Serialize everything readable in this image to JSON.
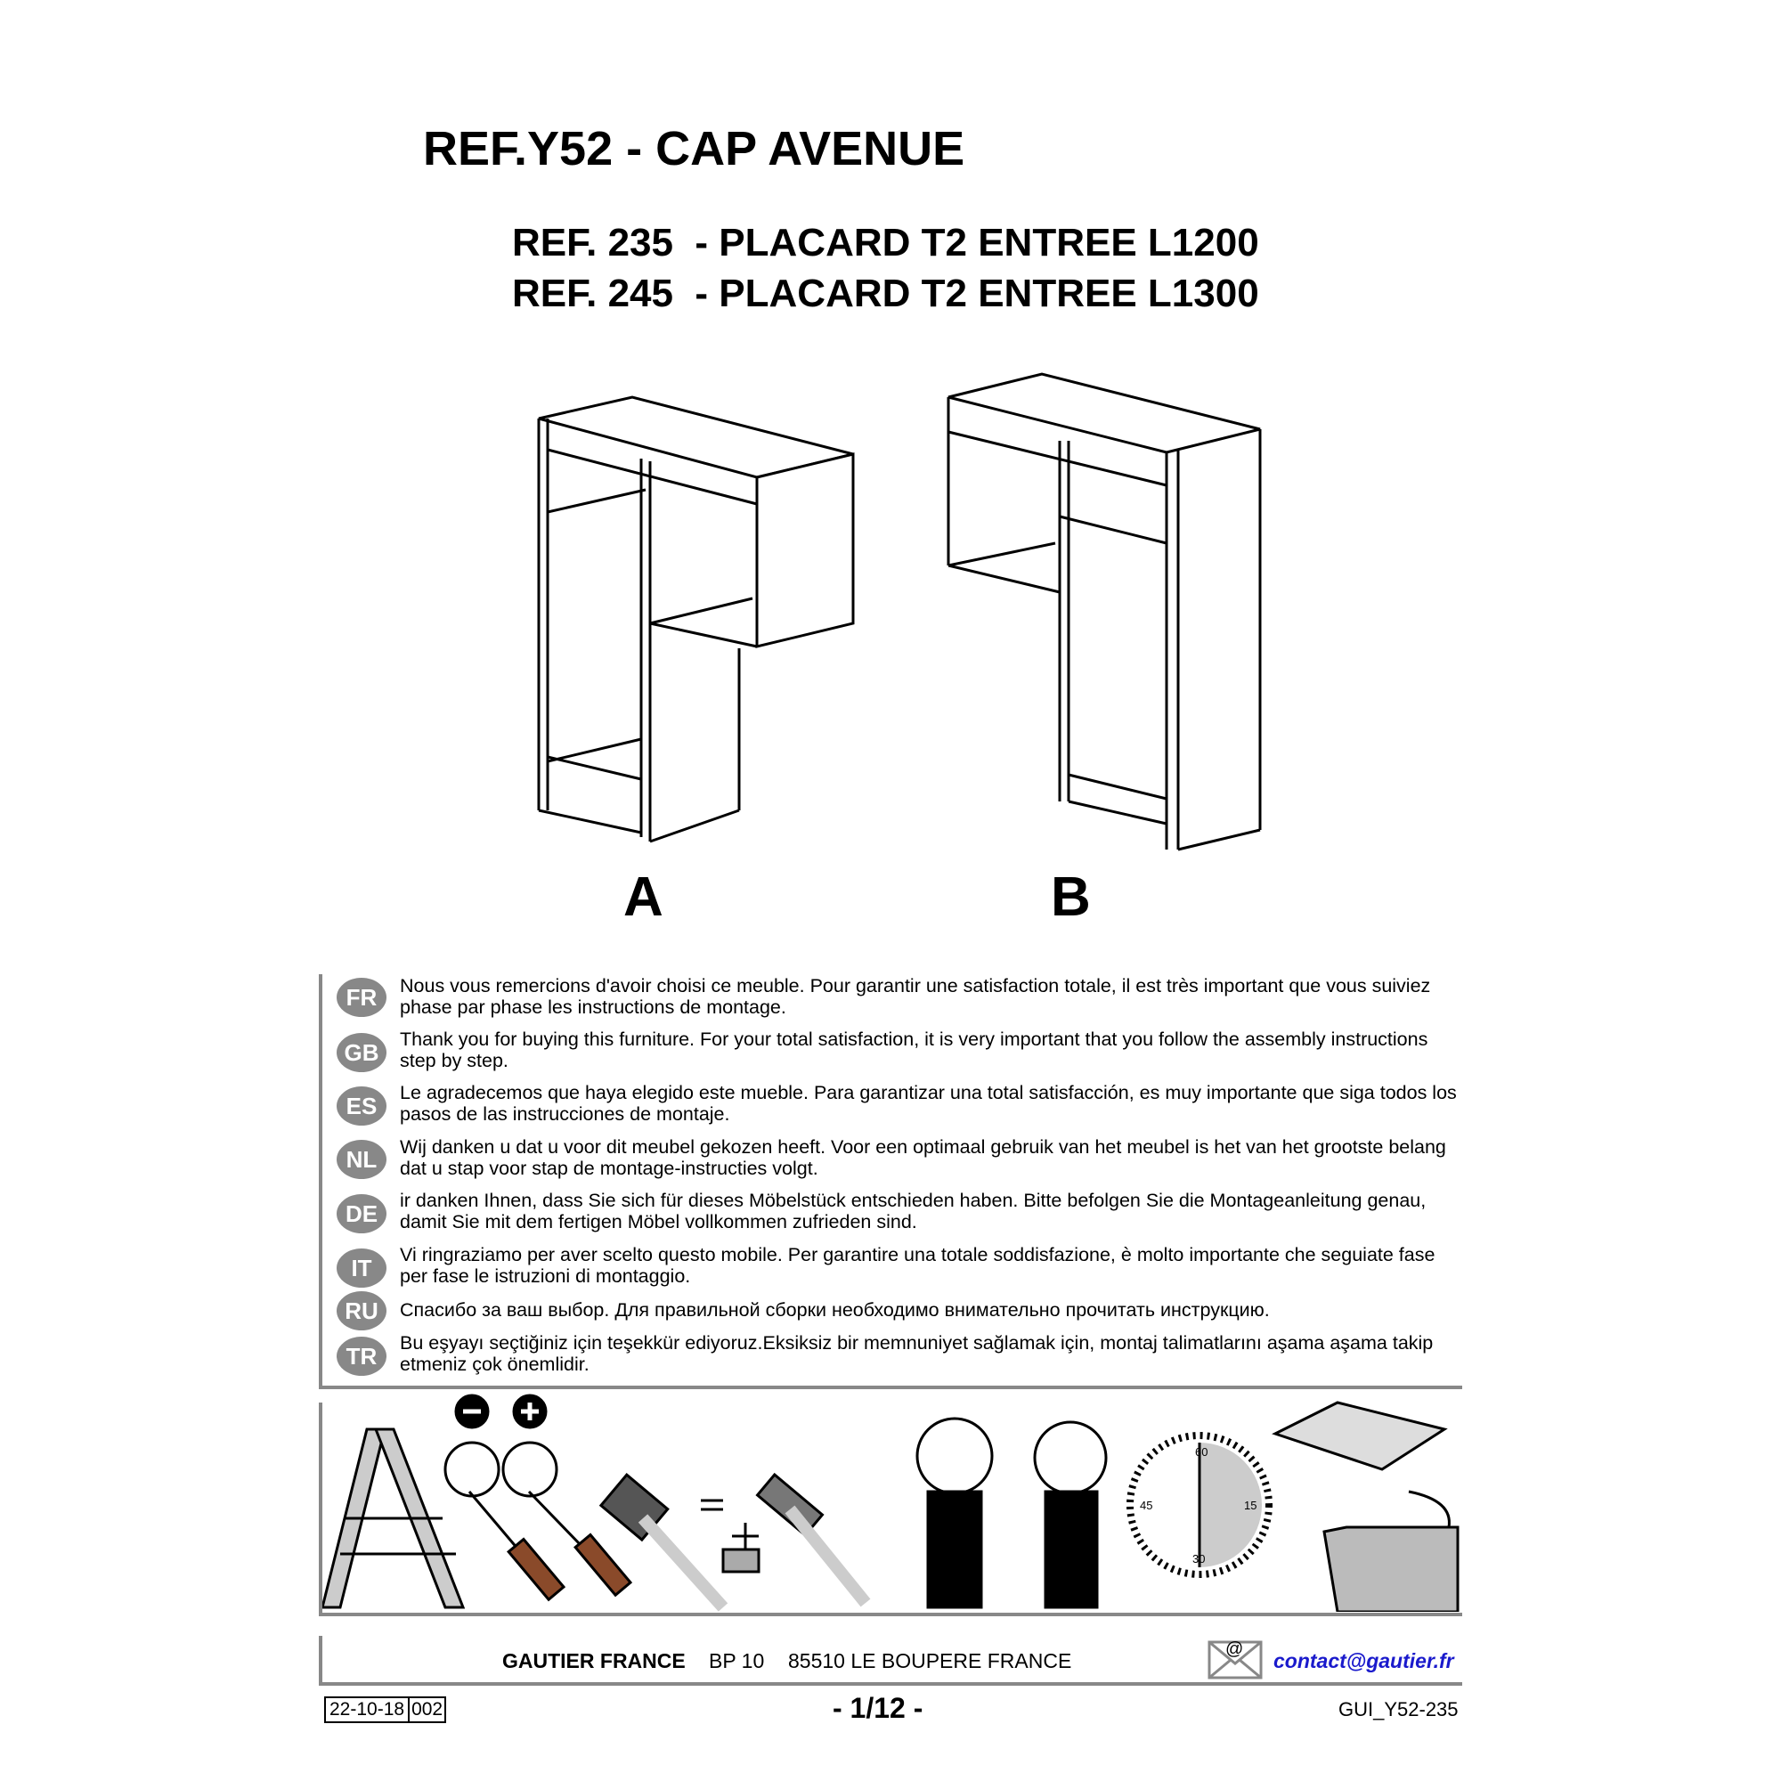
{
  "title": "REF.Y52 - CAP AVENUE",
  "refs": [
    "REF. 235  - PLACARD T2 ENTREE L1200",
    "REF. 245  - PLACARD T2 ENTREE L1300"
  ],
  "variants": [
    "A",
    "B"
  ],
  "languages": [
    {
      "code": "FR",
      "text": "Nous vous remercions d'avoir choisi ce meuble. Pour garantir une satisfaction totale, il est très important que vous suiviez phase par phase les instructions de montage."
    },
    {
      "code": "GB",
      "text": "Thank you for buying this furniture. For your total satisfaction, it is very important that you follow the assembly instructions step by step."
    },
    {
      "code": "ES",
      "text": "Le agradecemos que haya elegido este mueble. Para garantizar una total satisfacción, es muy importante que siga todos los pasos de las instrucciones de montaje."
    },
    {
      "code": "NL",
      "text": "Wij danken u dat u voor dit meubel gekozen heeft. Voor een optimaal gebruik van het meubel is het van het grootste belang dat u stap voor stap de montage-instructies volgt."
    },
    {
      "code": "DE",
      "text": "ir danken Ihnen, dass Sie sich für dieses Möbelstück entschieden haben. Bitte befolgen Sie die Montageanleitung genau, damit Sie mit dem fertigen Möbel vollkommen zufrieden sind."
    },
    {
      "code": "IT",
      "text": "Vi ringraziamo per aver scelto questo mobile. Per garantire una totale soddisfazione, è molto importante che seguiate fase per fase le istruzioni di montaggio."
    },
    {
      "code": "RU",
      "text": "Спасибо за ваш выбор. Для правильной сборки необходимо внимательно прочитать инструкцию."
    },
    {
      "code": "TR",
      "text": "Bu eşyayı seçtiğiniz için teşekkür ediyoruz.Eksiksiz bir memnuniyet sağlamak için, montaj talimatlarını aşama aşama takip etmeniz çok önemlidir."
    }
  ],
  "clock": {
    "labels": [
      "60",
      "15",
      "30",
      "45"
    ]
  },
  "footer": {
    "company": "GAUTIER FRANCE",
    "bp": "BP 10",
    "address": "85510 LE BOUPERE FRANCE",
    "email": "contact@gautier.fr",
    "email_color": "#1a1acc",
    "date": "22-10-18",
    "version": "002",
    "page": "- 1/12 -",
    "doc_code": "GUI_Y52-235"
  }
}
